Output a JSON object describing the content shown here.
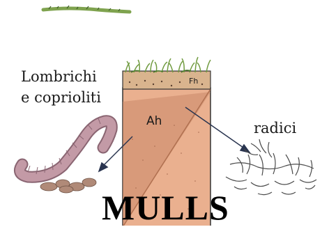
{
  "labels": {
    "worms_line1": "Lombrichi",
    "worms_line2": "e coprioliti",
    "roots": "radici",
    "horizon_ah": "Ah",
    "horizon_fh": "Fh"
  },
  "title": "MULLS",
  "colors": {
    "soil_light": "#eab08f",
    "soil_dark": "#c9896a",
    "litter": "#d9b48e",
    "grass": "#6f9a3e",
    "worm": "#c39aa6",
    "ink": "#1a1a1a"
  }
}
